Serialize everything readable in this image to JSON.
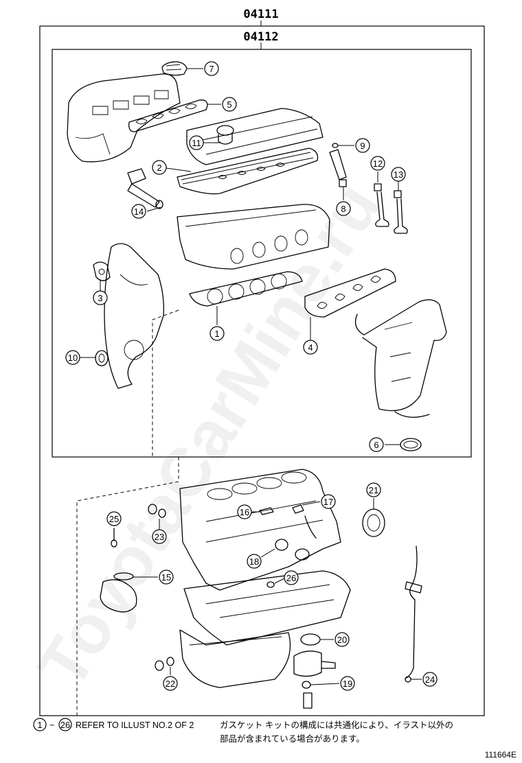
{
  "kits": {
    "outer_code": "04111",
    "inner_code": "04112"
  },
  "callouts": [
    {
      "id": "1",
      "label": "1"
    },
    {
      "id": "2",
      "label": "2"
    },
    {
      "id": "3",
      "label": "3"
    },
    {
      "id": "4",
      "label": "4"
    },
    {
      "id": "5",
      "label": "5"
    },
    {
      "id": "6",
      "label": "6"
    },
    {
      "id": "7",
      "label": "7"
    },
    {
      "id": "8",
      "label": "8"
    },
    {
      "id": "9",
      "label": "9"
    },
    {
      "id": "10",
      "label": "10"
    },
    {
      "id": "11",
      "label": "11"
    },
    {
      "id": "12",
      "label": "12"
    },
    {
      "id": "13",
      "label": "13"
    },
    {
      "id": "14",
      "label": "14"
    },
    {
      "id": "15",
      "label": "15"
    },
    {
      "id": "16",
      "label": "16"
    },
    {
      "id": "17",
      "label": "17"
    },
    {
      "id": "18",
      "label": "18"
    },
    {
      "id": "19",
      "label": "19"
    },
    {
      "id": "20",
      "label": "20"
    },
    {
      "id": "21",
      "label": "21"
    },
    {
      "id": "22",
      "label": "22"
    },
    {
      "id": "23",
      "label": "23"
    },
    {
      "id": "24",
      "label": "24"
    },
    {
      "id": "25",
      "label": "25"
    },
    {
      "id": "26",
      "label": "26"
    }
  ],
  "footer": {
    "range_start": "1",
    "range_sep": "~",
    "range_end": "26",
    "refer_text": "REFER TO ILLUST NO.2 OF 2",
    "japanese_line1": "ガスケット キットの構成には共通化により、イラスト以外の",
    "japanese_line2": "部品が含まれている場合があります。",
    "illustration_id": "111664E"
  },
  "watermark": "ToyotaCarMine.ru"
}
